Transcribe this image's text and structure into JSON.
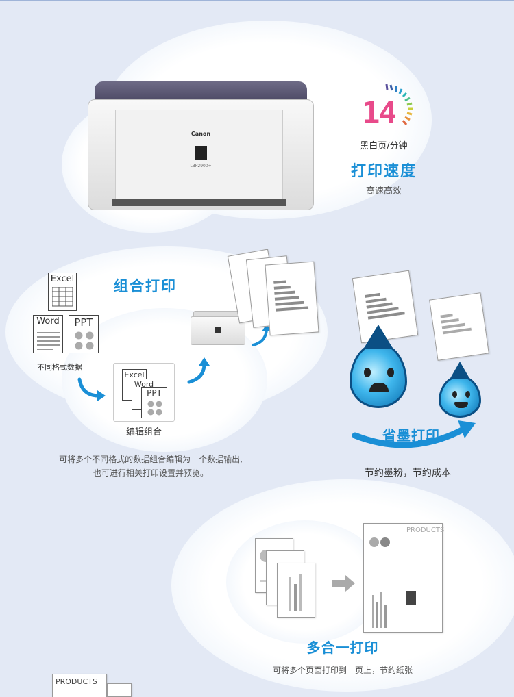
{
  "printer": {
    "brand": "Canon",
    "model": "LBP2900+"
  },
  "speed": {
    "number": "14",
    "unit": "黑白页/分钟",
    "title": "打印速度",
    "subtitle": "高速高效"
  },
  "combine": {
    "title": "组合打印",
    "doc_excel": "Excel",
    "doc_word": "Word",
    "doc_ppt": "PPT",
    "source_caption": "不同格式数据",
    "edit_excel": "Excel",
    "edit_word": "Word",
    "edit_ppt": "PPT",
    "edit_caption": "编辑组合",
    "desc_line1": "可将多个不同格式的数据组合编辑为一个数据输出,",
    "desc_line2": "也可进行相关打印设置并预览。"
  },
  "ink": {
    "title": "省墨打印",
    "subtitle": "节约墨粉，节约成本"
  },
  "multi": {
    "products_label": "PRODUCTS",
    "title": "多合一打印",
    "desc": "可将多个页面打印到一页上，节约纸张"
  },
  "colors": {
    "accent": "#1a8fd6",
    "background": "#e3e9f5"
  }
}
